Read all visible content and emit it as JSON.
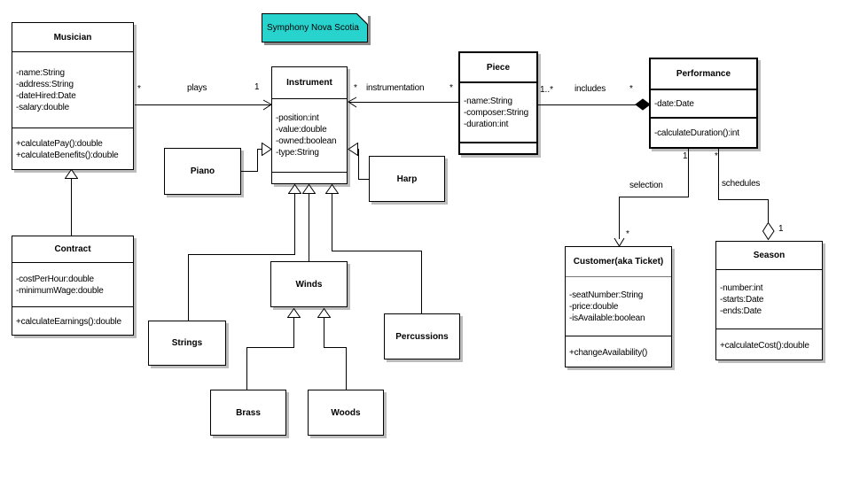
{
  "note": {
    "text": "Symphony Nova Scotia",
    "fill_color": "#29D3CD"
  },
  "classes": {
    "musician": {
      "name": "Musician",
      "attributes": [
        "-name:String",
        "-address:String",
        "-dateHired:Date",
        "-salary:double"
      ],
      "methods": [
        "+calculatePay():double",
        "+calculateBenefits():double"
      ]
    },
    "instrument": {
      "name": "Instrument",
      "attributes": [
        "-position:int",
        "-value:double",
        "-owned:boolean",
        "-type:String"
      ],
      "methods": []
    },
    "piece": {
      "name": "Piece",
      "attributes": [
        "-name:String",
        "-composer:String",
        "-duration:int"
      ],
      "methods": []
    },
    "performance": {
      "name": "Performance",
      "attributes": [
        "-date:Date"
      ],
      "methods": [
        "-calculateDuration():int"
      ]
    },
    "contract": {
      "name": "Contract",
      "attributes": [
        "-costPerHour:double",
        "-minimumWage:double"
      ],
      "methods": [
        "+calculateEarnings():double"
      ]
    },
    "customer": {
      "name": "Customer(aka Ticket)",
      "attributes": [
        "-seatNumber:String",
        "-price:double",
        "-isAvailable:boolean"
      ],
      "methods": [
        "+changeAvailability()"
      ]
    },
    "season": {
      "name": "Season",
      "attributes": [
        "-number:int",
        "-starts:Date",
        "-ends:Date"
      ],
      "methods": [
        "+calculateCost():double"
      ]
    },
    "piano": {
      "name": "Piano"
    },
    "harp": {
      "name": "Harp"
    },
    "winds": {
      "name": "Winds"
    },
    "strings": {
      "name": "Strings"
    },
    "percussions": {
      "name": "Percussions"
    },
    "brass": {
      "name": "Brass"
    },
    "woods": {
      "name": "Woods"
    }
  },
  "associations": {
    "plays": {
      "label": "plays",
      "source_mult": "*",
      "target_mult": "1"
    },
    "instrumentation": {
      "label": "instrumentation",
      "source_mult": "*",
      "target_mult": "*"
    },
    "includes": {
      "label": "includes",
      "source_mult": "1..*",
      "target_mult": "*"
    },
    "selection": {
      "label": "selection",
      "source_mult": "1",
      "target_mult": "*"
    },
    "schedules": {
      "label": "schedules",
      "source_mult": "*",
      "target_mult": "1"
    }
  }
}
